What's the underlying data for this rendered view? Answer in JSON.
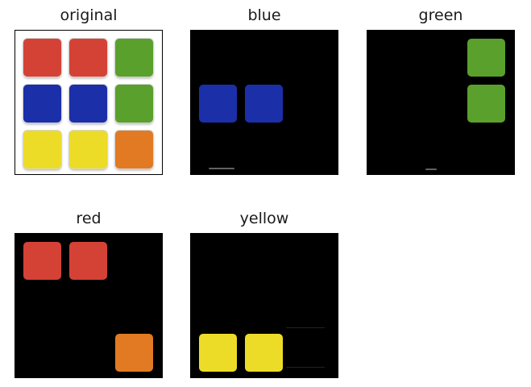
{
  "panels": [
    {
      "title": "original",
      "kind": "original",
      "stickers": [
        {
          "color": "#d44236"
        },
        {
          "color": "#d44236"
        },
        {
          "color": "#5aa02c"
        },
        {
          "color": "#1b2fa8"
        },
        {
          "color": "#1b2fa8"
        },
        {
          "color": "#5aa02c"
        },
        {
          "color": "#ecdc28"
        },
        {
          "color": "#ecdc28"
        },
        {
          "color": "#e17a22"
        }
      ]
    },
    {
      "title": "blue",
      "kind": "mask",
      "visible": [
        3,
        4
      ],
      "color": "#1b2fa8"
    },
    {
      "title": "green",
      "kind": "mask",
      "visible": [
        2,
        5
      ],
      "color": "#5aa02c"
    },
    {
      "title": "red",
      "kind": "mask",
      "visible": [
        0,
        1,
        8
      ],
      "color": "#d44236",
      "override": {
        "8": "#e17a22"
      }
    },
    {
      "title": "yellow",
      "kind": "mask",
      "visible": [
        6,
        7
      ],
      "color": "#ecdc28"
    }
  ]
}
